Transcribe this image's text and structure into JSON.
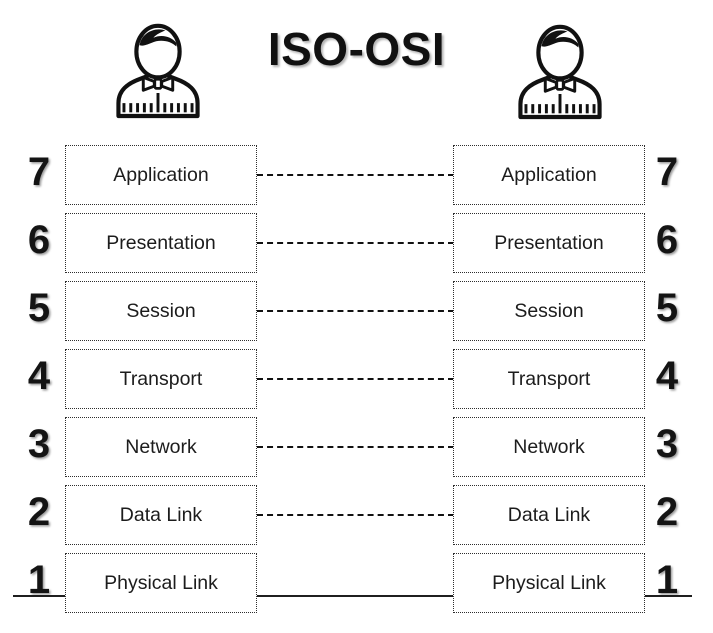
{
  "title": "ISO-OSI",
  "layers": [
    {
      "number": "7",
      "label": "Application"
    },
    {
      "number": "6",
      "label": "Presentation"
    },
    {
      "number": "5",
      "label": "Session"
    },
    {
      "number": "4",
      "label": "Transport"
    },
    {
      "number": "3",
      "label": "Network"
    },
    {
      "number": "2",
      "label": "Data Link"
    },
    {
      "number": "1",
      "label": "Physical Link"
    }
  ],
  "icons": {
    "left": "person-icon",
    "right": "person-icon"
  },
  "colors": {
    "ink": "#111111",
    "box_border": "#2e2e2e",
    "connector_dash": "#111111",
    "medium_line": "#1f1f1f",
    "background": "#ffffff"
  }
}
